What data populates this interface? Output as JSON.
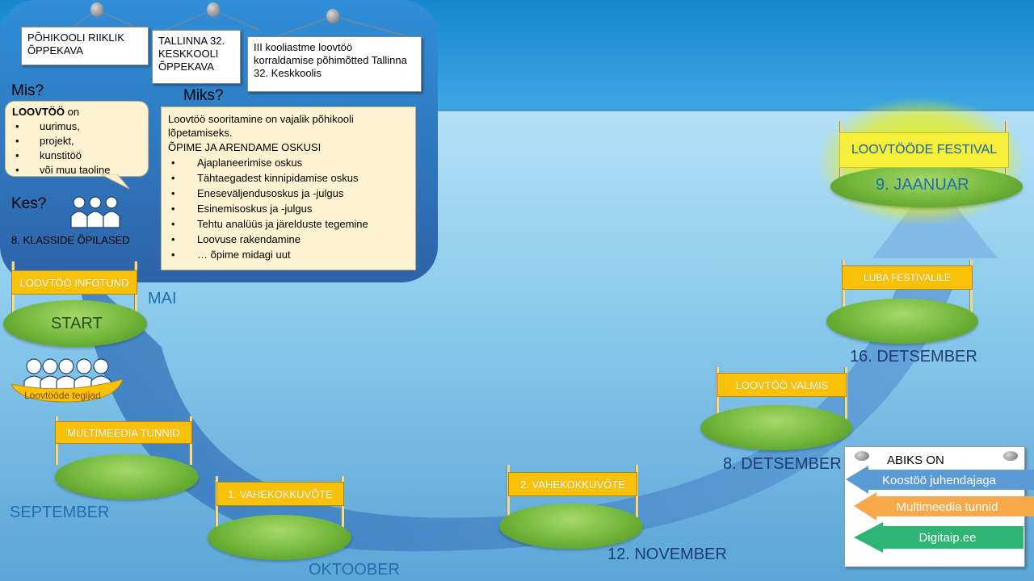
{
  "notes": {
    "curriculum": "PÕHIKOOLI RIIKLIK ÕPPEKAVA",
    "school_curriculum": "TALLINNA 32. KESKKOOLI ÕPPEKAVA",
    "principles": "III kooliastme loovtöö korraldamise põhimõtted Tallinna 32. Keskkoolis"
  },
  "mis": {
    "heading": "Mis?",
    "lead_bold": "LOOVTÖÖ",
    "lead_rest": " on",
    "items": [
      "uurimus,",
      "projekt,",
      "kunstitöö",
      "või muu taoline"
    ]
  },
  "miks": {
    "heading": "Miks?",
    "intro": "Loovtöö sooritamine on vajalik põhikooli lõpetamiseks.",
    "subhead": "ÕPIME JA ARENDAME OSKUSI",
    "items": [
      "Ajaplaneerimise oskus",
      "Tähtaegadest kinnipidamise oskus",
      "Eneseväljendusoskus ja -julgus",
      "Esinemisoskus ja -julgus",
      "Tehtu analüüs ja järelduste tegemine",
      "Loovuse rakendamine",
      "… õpime midagi uut"
    ]
  },
  "kes": {
    "heading": "Kes?",
    "caption": "8. KLASSIDE ÕPILASED"
  },
  "timeline": {
    "banners": {
      "infotund": "LOOVTÖÖ INFOTUND",
      "multimeedia": "MULTIMEEDIA TUNNID",
      "vahe1": "1. VAHEKOKKUVÕTE",
      "vahe2": "2. VAHEKOKKUVÕTE",
      "valmis": "LOOVTÖÖ VALMIS",
      "luba": "LUBA FESTIVALILE",
      "festival": "LOOVTÖÖDE FESTIVAL"
    },
    "start_label": "START",
    "boat_label": "Loovtööde tegijad",
    "dates": {
      "mai": "MAI",
      "september": "SEPTEMBER",
      "oktoober": "OKTOOBER",
      "november": "12. NOVEMBER",
      "detsember8": "8. DETSEMBER",
      "detsember16": "16. DETSEMBER",
      "jaanuar": "9. JAANUAR"
    }
  },
  "abiks": {
    "title": "ABIKS ON",
    "items": [
      {
        "label": "Koostöö juhendajaga",
        "color": "#5b9bd5"
      },
      {
        "label": "Multimeedia tunnid",
        "color": "#f7a94a"
      },
      {
        "label": "Digitaip.ee",
        "color": "#2eb573"
      }
    ]
  },
  "colors": {
    "sky": "#2a9ad8",
    "sea": "#7fbfe3",
    "banner": "#f9c10a",
    "island": "#6fb63a",
    "festival_glow": "#f2f200"
  }
}
